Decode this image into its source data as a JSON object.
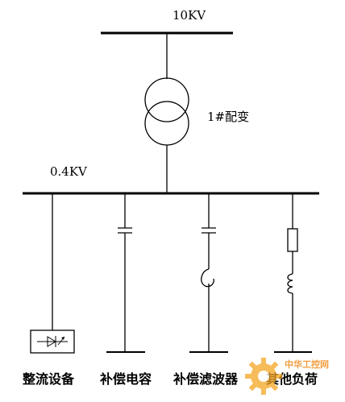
{
  "diagram": {
    "hv_bus_label": "10KV",
    "transformer_label": "1#配变",
    "lv_bus_label": "0.4KV",
    "feeders": [
      {
        "label": "整流设备",
        "device": "rectifier"
      },
      {
        "label": "补偿电容",
        "device": "capacitor"
      },
      {
        "label": "补偿滤波器",
        "device": "capacitor-inductor"
      },
      {
        "label": "其他负荷",
        "device": "resistor-inductor"
      }
    ]
  },
  "watermark": {
    "text": "中华工控网",
    "icon": "gear-icon",
    "color": "#f08c1e"
  }
}
